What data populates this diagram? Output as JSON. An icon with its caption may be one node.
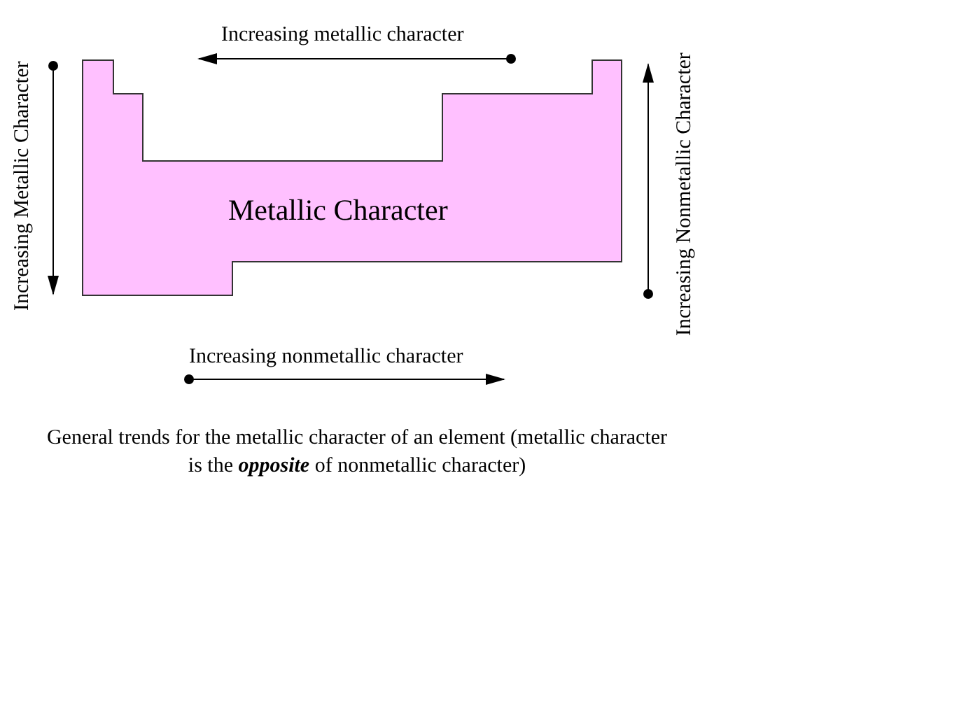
{
  "diagram": {
    "caption": "General trends for the metallic character of an element (metallic character is the **opposite** of nonmetallic character)",
    "nodes": [
      {
        "text": [
          "Metallic Character"
        ]
      }
    ],
    "edges": [],
    "labels": [
      "Increasing metallic character",
      "Increasing Metallic Character",
      "Increasing Nonmetallic Character",
      "Increasing nonmetallic character"
    ]
  }
}
